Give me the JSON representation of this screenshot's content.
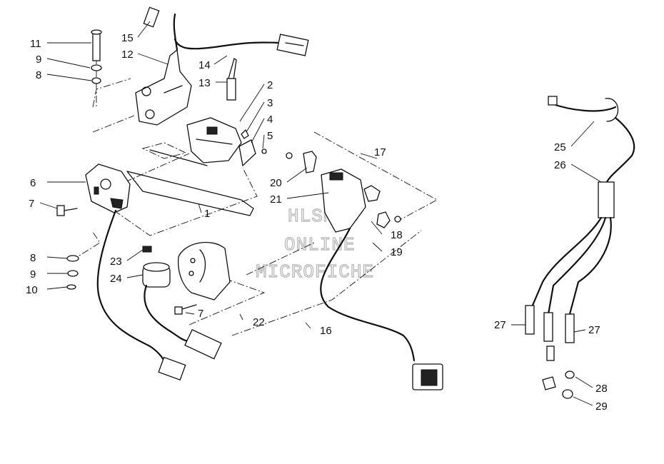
{
  "watermark": {
    "line1": "HLSM'S",
    "line2": "ONLINE",
    "line3": "MICROFICHE"
  },
  "callouts": {
    "c1": "1",
    "c2": "2",
    "c3": "3",
    "c4": "4",
    "c5": "5",
    "c6": "6",
    "c7a": "7",
    "c7b": "7",
    "c8a": "8",
    "c8b": "8",
    "c9a": "9",
    "c9b": "9",
    "c10": "10",
    "c11": "11",
    "c12": "12",
    "c13": "13",
    "c14": "14",
    "c15": "15",
    "c16": "16",
    "c17": "17",
    "c18": "18",
    "c19": "19",
    "c20": "20",
    "c21": "21",
    "c22": "22",
    "c23": "23",
    "c24": "24",
    "c25": "25",
    "c26": "26",
    "c27a": "27",
    "c27b": "27",
    "c28": "28",
    "c29": "29"
  }
}
